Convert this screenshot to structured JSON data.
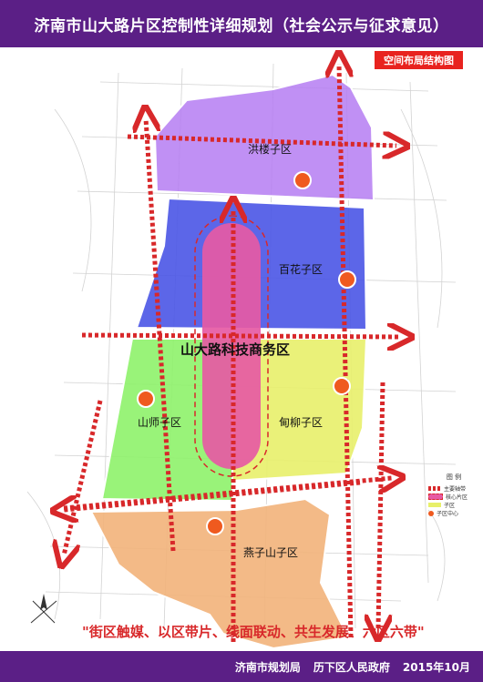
{
  "header": {
    "title": "济南市山大路片区控制性详细规划（社会公示与征求意见）",
    "subtitle": "空间布局结构图"
  },
  "map": {
    "districts": [
      {
        "id": "honglou",
        "label": "洪楼子区"
      },
      {
        "id": "baihua",
        "label": "百花子区"
      },
      {
        "id": "shanshi",
        "label": "山师子区"
      },
      {
        "id": "dianliu",
        "label": "甸柳子区"
      },
      {
        "id": "yanzishan",
        "label": "燕子山子区"
      }
    ],
    "business_district_label": "山大路科技商务区",
    "colors": {
      "honglou": "#b57cf2",
      "baihua": "#4a55e6",
      "shanshi": "#8ef26a",
      "dianliu": "#e8f06a",
      "yanzishan": "#f2b27a",
      "business": "#e65aa4",
      "axis": "#d8282a",
      "center": "#ef5a1f"
    }
  },
  "legend": {
    "title": "图 例",
    "items": [
      {
        "label": "主要轴带"
      },
      {
        "label": "核心片区"
      },
      {
        "label": "子区"
      },
      {
        "label": "子区中心"
      }
    ]
  },
  "slogan": "\"街区触媒、以区带片、线面联动、共生发展、六区六带\"",
  "footer": {
    "org1": "济南市规划局",
    "org2": "历下区人民政府",
    "date": "2015年10月"
  }
}
